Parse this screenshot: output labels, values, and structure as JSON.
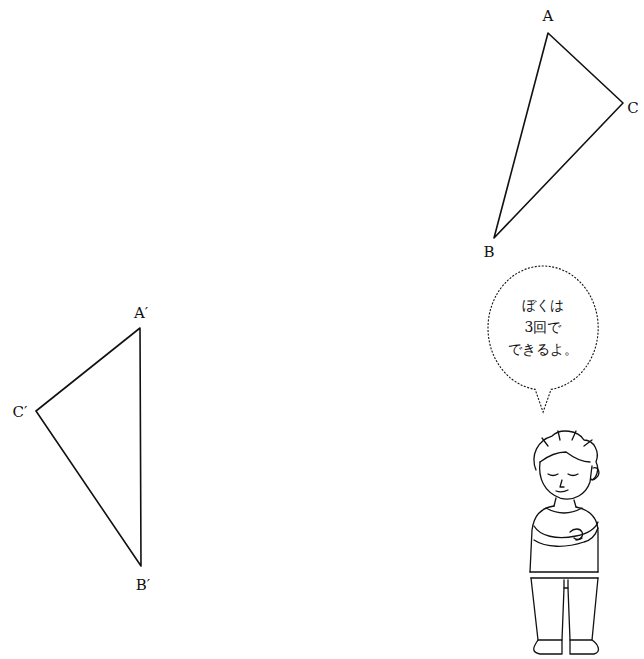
{
  "diagram": {
    "nodes": [
      {
        "text": [
          "ぼくは 3回で できるよ。"
        ]
      }
    ],
    "labels": [
      "A",
      "C",
      "B",
      "A′",
      "C′",
      "B′"
    ]
  }
}
